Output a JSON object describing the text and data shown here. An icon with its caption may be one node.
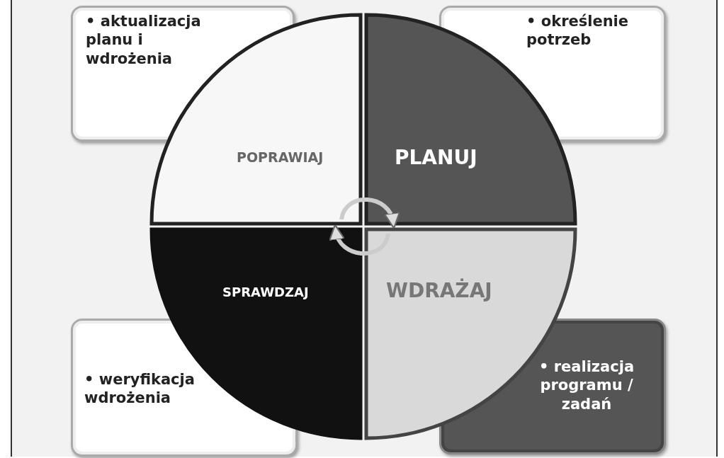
{
  "diagram": {
    "nodes": [
      {
        "text": [
          "• aktualizacja planu i wdrożenia"
        ]
      },
      {
        "text": [
          "• określenie potrzeb"
        ]
      },
      {
        "text": [
          "POPRAWIAJ"
        ]
      },
      {
        "text": [
          "PLANUJ"
        ]
      },
      {
        "text": [
          "SPRAWDZAJ"
        ]
      },
      {
        "text": [
          "WDRAŻAJ"
        ]
      },
      {
        "text": [
          "• weryfikacja wdrożenia"
        ]
      },
      {
        "text": [
          "• realizacja programu / zadań"
        ]
      }
    ],
    "edges": [
      {
        "from": 2,
        "to": 3,
        "arrow": "to"
      },
      {
        "from": 5,
        "to": 4,
        "arrow": "to"
      }
    ]
  }
}
